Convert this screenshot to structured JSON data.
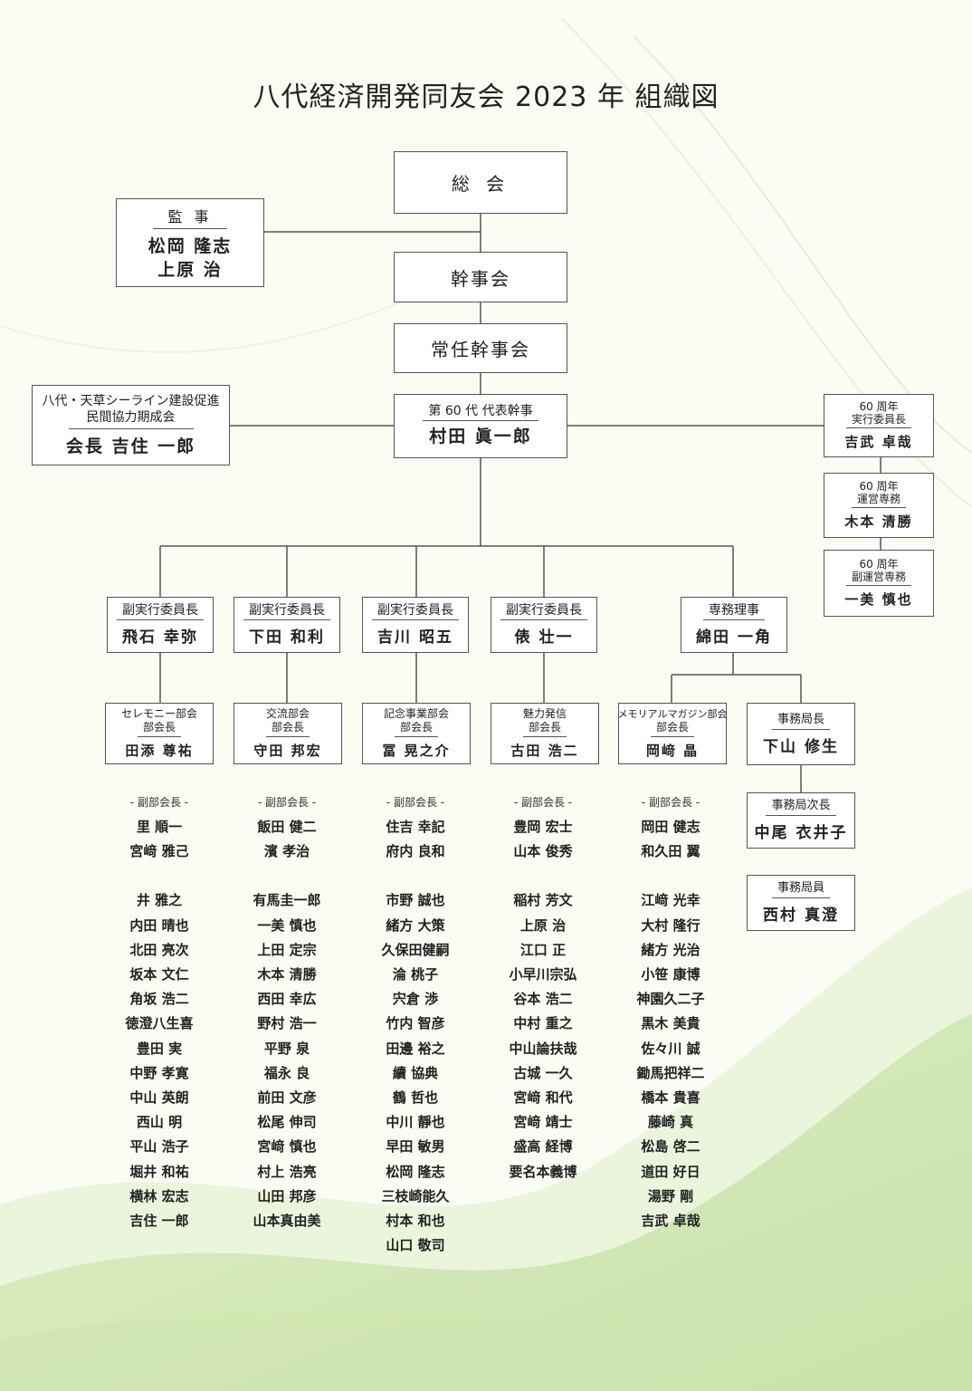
{
  "title": "八代経済開発同友会  2023 年  組織図",
  "sokai": "総 会",
  "kanjikai": "幹事会",
  "jonin": "常任幹事会",
  "kanji": {
    "label": "監 事",
    "names": [
      "松岡  隆志",
      "上原    治"
    ]
  },
  "seaLine": {
    "line1": "八代・天草シーライン建設促進",
    "line2": "民間協力期成会",
    "name": "会長  吉住  一郎"
  },
  "leader": {
    "label": "第 60 代  代表幹事",
    "name": "村田  眞一郎"
  },
  "anniv": [
    {
      "l1": "60 周年",
      "l2": "実行委員長",
      "name": "吉武  卓哉"
    },
    {
      "l1": "60 周年",
      "l2": "運営専務",
      "name": "木本  清勝"
    },
    {
      "l1": "60 周年",
      "l2": "副運営専務",
      "name": "一美  慎也"
    }
  ],
  "vice": [
    {
      "label": "副実行委員長",
      "name": "飛石  幸弥"
    },
    {
      "label": "副実行委員長",
      "name": "下田  和利"
    },
    {
      "label": "副実行委員長",
      "name": "吉川  昭五"
    },
    {
      "label": "副実行委員長",
      "name": "俵    壮一"
    },
    {
      "label": "専務理事",
      "name": "綿田  一角"
    }
  ],
  "depts": [
    {
      "l1": "セレモニー部会",
      "l2": "部会長",
      "name": "田添  尊祐"
    },
    {
      "l1": "交流部会",
      "l2": "部会長",
      "name": "守田  邦宏"
    },
    {
      "l1": "記念事業部会",
      "l2": "部会長",
      "name": "冨  晃之介"
    },
    {
      "l1": "魅力発信",
      "l2": "部会長",
      "name": "古田  浩二"
    },
    {
      "l1": "メモリアルマガジン部会",
      "l2": "部会長",
      "name": "岡﨑  晶"
    }
  ],
  "office": [
    {
      "label": "事務局長",
      "name": "下山  修生"
    },
    {
      "label": "事務局次長",
      "name": "中尾  衣井子"
    },
    {
      "label": "事務局員",
      "name": "西村  真澄"
    }
  ],
  "subLabel": "- 副部会長 -",
  "columns": [
    {
      "vice": [
        "里      順一",
        "宮﨑  雅己"
      ],
      "members": [
        "井      雅之",
        "内田  晴也",
        "北田  亮次",
        "坂本  文仁",
        "角坂  浩二",
        "徳澄八生喜",
        "豊田      実",
        "中野  孝寛",
        "中山  英朗",
        "西山      明",
        "平山  浩子",
        "堀井  和祐",
        "横林  宏志",
        "吉住  一郎"
      ]
    },
    {
      "vice": [
        "飯田  健二",
        "濱      孝治"
      ],
      "members": [
        "有馬圭一郎",
        "一美  慎也",
        "上田  定宗",
        "木本  清勝",
        "西田  幸広",
        "野村  浩一",
        "平野      泉",
        "福永      良",
        "前田  文彦",
        "松尾  伸司",
        "宮﨑  慎也",
        "村上  浩亮",
        "山田  邦彦",
        "山本真由美"
      ]
    },
    {
      "vice": [
        "住吉  幸記",
        "府内  良和"
      ],
      "members": [
        "市野  誠也",
        "緒方  大策",
        "久保田健嗣",
        "淪      桃子",
        "宍倉      渉",
        "竹内  智彦",
        "田邊  裕之",
        "續      協典",
        "鶴      哲也",
        "中川  靜也",
        "早田  敏男",
        "松岡  隆志",
        "三枝崎能久",
        "村本  和也",
        "山口  敬司"
      ]
    },
    {
      "vice": [
        "豊岡  宏士",
        "山本  俊秀"
      ],
      "members": [
        "稲村  芳文",
        "上原      治",
        "江口      正",
        "小早川宗弘",
        "谷本  浩二",
        "中村  重之",
        "中山論扶哉",
        "古城  一久",
        "宮﨑  和代",
        "宮﨑  靖士",
        "盛高  経博",
        "要名本義博"
      ]
    },
    {
      "vice": [
        "岡田  健志",
        "和久田  翼"
      ],
      "members": [
        "江﨑  光幸",
        "大村  隆行",
        "緒方  光治",
        "小笹  康博",
        "神園久二子",
        "黒木  美貴",
        "佐々川  誠",
        "鋤馬把祥二",
        "橋本  貴喜",
        "藤崎      真",
        "松島  啓二",
        "道田  好日",
        "湯野      剛",
        "吉武  卓哉"
      ]
    }
  ]
}
